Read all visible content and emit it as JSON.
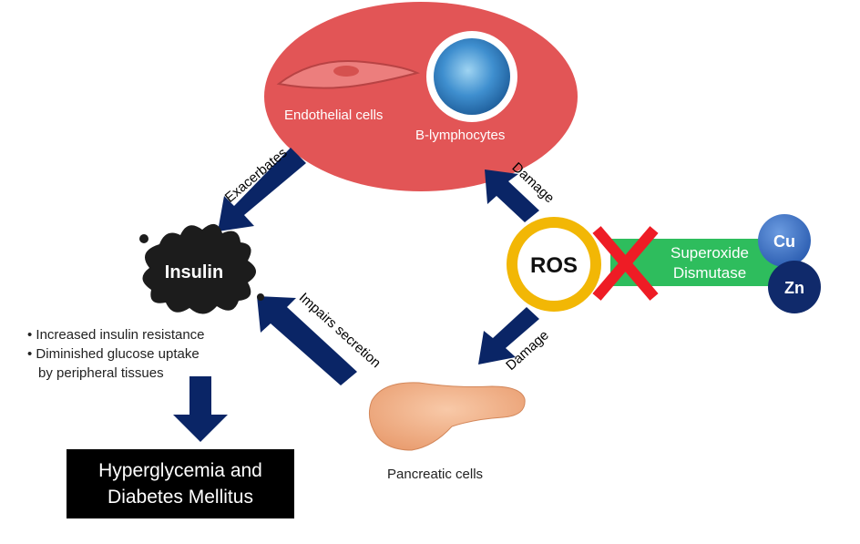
{
  "diagram": {
    "cells": {
      "endothelial": "Endothelial cells",
      "b_lymphocytes": "B-lymphocytes",
      "pancreatic": "Pancreatic cells"
    },
    "insulin_label": "Insulin",
    "ros_label": "ROS",
    "enzyme": {
      "line1": "Superoxide",
      "line2": "Dismutase",
      "cofactor1": "Cu",
      "cofactor2": "Zn"
    },
    "arrows": {
      "exacerbates": "Exacerbates",
      "impairs": "Impairs secretion",
      "damage_top": "Damage",
      "damage_bottom": "Damage"
    },
    "effects": [
      "Increased insulin resistance",
      "Diminished glucose uptake",
      "by peripheral tissues"
    ],
    "outcome": {
      "line1": "Hyperglycemia and",
      "line2": "Diabetes Mellitus"
    }
  },
  "colors": {
    "ellipse_red": "#e25556",
    "arrow_navy": "#0a2566",
    "ros_ring": "#f2b705",
    "sod_green": "#2ebd5d",
    "cross_red": "#ee1c25",
    "cu_blue": "#3a6fc4",
    "zn_navy": "#102a6b"
  }
}
